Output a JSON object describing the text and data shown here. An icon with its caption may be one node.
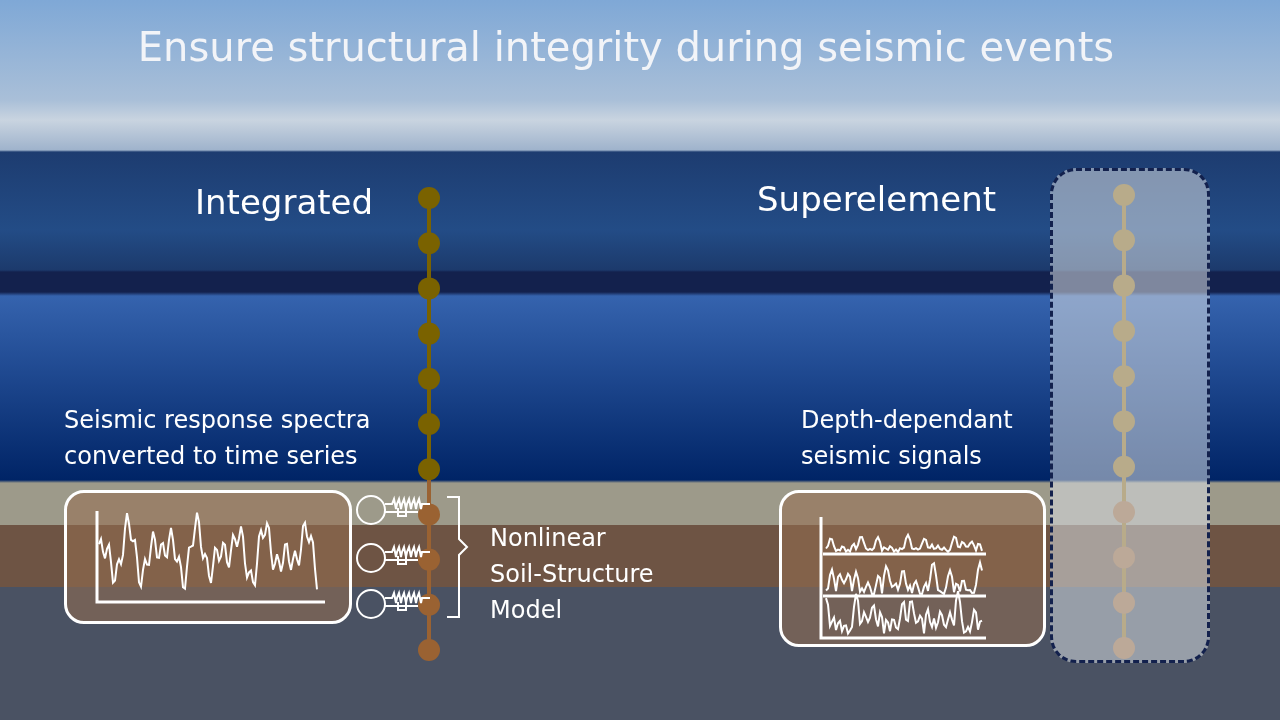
{
  "diagram": {
    "title": "Ensure structural integrity during seismic events",
    "nodes": [
      {
        "text": [],
        "shape": "picture",
        "beside": [
          "Seismic response spectra converted to time series"
        ]
      },
      {
        "text": [],
        "shape": "picture",
        "beside": [
          "Depth-dependant seismic signals"
        ]
      },
      {
        "text": [],
        "shape": "box"
      }
    ],
    "edges": [],
    "labels": [
      "Integrated",
      "Superelement",
      "Nonlinear Soil-Structure Model"
    ]
  }
}
